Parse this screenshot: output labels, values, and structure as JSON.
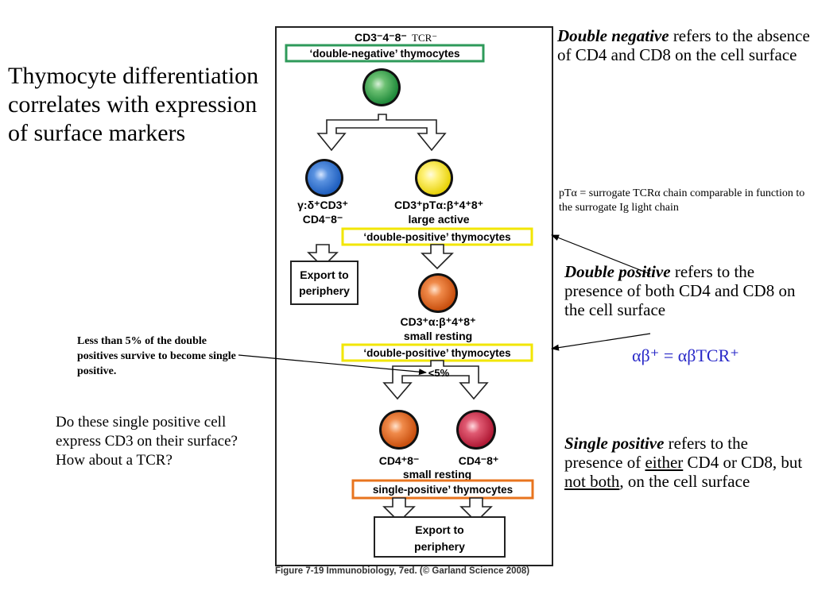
{
  "title": "Thymocyte differentiation correlates with expression of surface markers",
  "definitions": {
    "double_negative": {
      "term": "Double negative",
      "rest": " refers to the absence of CD4 and CD8 on the cell surface"
    },
    "double_positive": {
      "term": "Double positive",
      "rest": " refers to the presence of both CD4 and CD8 on the cell surface"
    },
    "single_positive": {
      "term": "Single positive",
      "rest1": " refers to the presence of ",
      "either": "either",
      "rest2": " CD4 or CD8, but ",
      "not_both": "not both",
      "rest3": ", on the cell surface"
    }
  },
  "pta_note": "pTα = surrogate TCRα chain comparable in function to the surrogate Ig light chain",
  "ab_equation": "αβ⁺ = αβTCR⁺",
  "less_note": "Less than 5% of the double positives survive to become single positive.",
  "question": "Do these single positive cell express CD3 on their surface?  How about a TCR?",
  "figure": {
    "top_marker": "CD3⁻4⁻8⁻",
    "top_tcr": "TCR⁻",
    "dn_label": "‘double-negative’ thymocytes",
    "gd_line1": "γ:δ⁺CD3⁺",
    "gd_line2": "CD4⁻8⁻",
    "large_line1": "CD3⁺pTα:β⁺4⁺8⁺",
    "large_line2": "large active",
    "dp_label1": "‘double-positive’ thymocytes",
    "export_left_1": "Export to",
    "export_left_2": "periphery",
    "small_line1": "CD3⁺α:β⁺4⁺8⁺",
    "small_line2": "small resting",
    "dp_label2": "‘double-positive’ thymocytes",
    "pct": "<5%",
    "cd4_label": "CD4⁺8⁻",
    "cd8_label": "CD4⁻8⁺",
    "sp_resting": "small resting",
    "sp_label": "single-positive’ thymocytes",
    "export_bottom_1": "Export to",
    "export_bottom_2": "periphery"
  },
  "caption": "Figure 7-19  Immunobiology, 7ed. (© Garland Science 2008)",
  "colors": {
    "dn_box": "#2e9a5a",
    "dp_box": "#f2e600",
    "sp_box": "#e8741e",
    "cell_green": "#1f8a3a",
    "cell_blue": "#1f5fbf",
    "cell_yellow": "#f2e21a",
    "cell_orange": "#d85c18",
    "cell_red": "#c2243f",
    "equation": "#2929c8"
  }
}
